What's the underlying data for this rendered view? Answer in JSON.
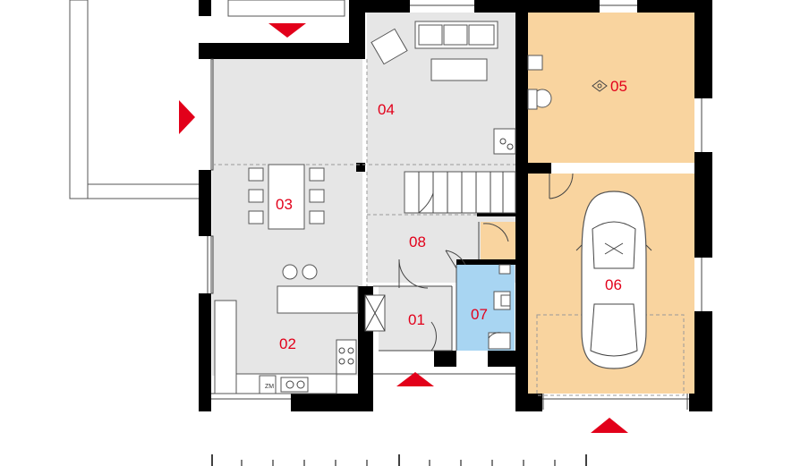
{
  "rooms": [
    {
      "id": "01",
      "label": "01"
    },
    {
      "id": "02",
      "label": "02"
    },
    {
      "id": "03",
      "label": "03"
    },
    {
      "id": "04",
      "label": "04"
    },
    {
      "id": "05",
      "label": "05"
    },
    {
      "id": "06",
      "label": "06"
    },
    {
      "id": "07",
      "label": "07"
    },
    {
      "id": "08",
      "label": "08"
    }
  ],
  "fixtures": {
    "fridge_label": "ZM"
  },
  "colors": {
    "living_floor": "#e6e6e6",
    "utility_floor": "#f9d49f",
    "bathroom_floor": "#a8d5f2",
    "wall": "#000000",
    "arrow": "#e2001a"
  },
  "icons": [
    "entry-arrow-icon",
    "car-icon",
    "sofa-icon",
    "armchair-icon",
    "stairs-icon"
  ]
}
